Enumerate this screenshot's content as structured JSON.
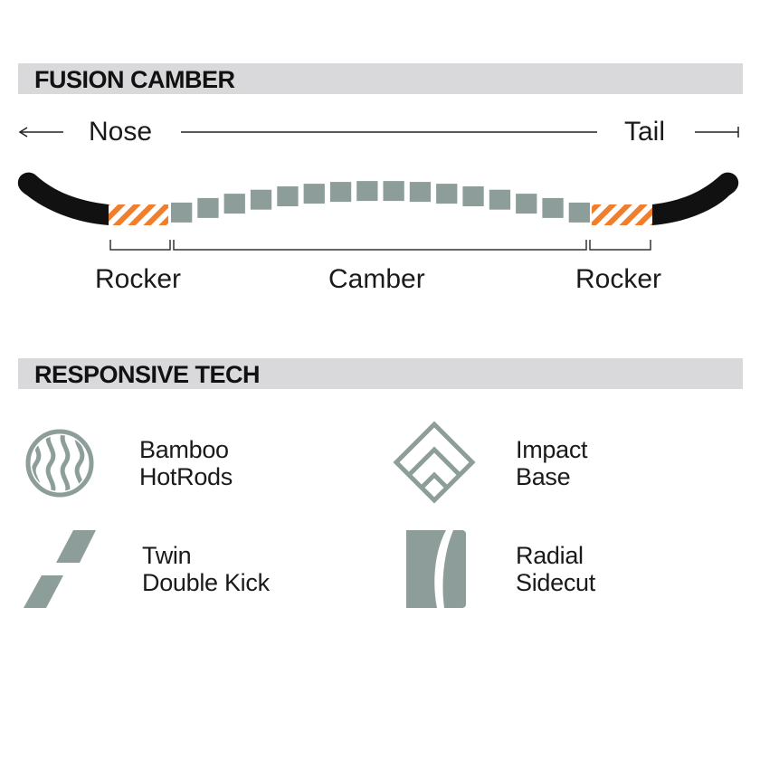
{
  "sections": {
    "camber_title": "FUSION CAMBER",
    "tech_title": "RESPONSIVE TECH"
  },
  "profile": {
    "nose": "Nose",
    "tail": "Tail",
    "zones": {
      "rocker_left": "Rocker",
      "camber": "Camber",
      "rocker_right": "Rocker"
    }
  },
  "features": [
    {
      "line1": "Bamboo",
      "line2": "HotRods",
      "icon": "bamboo-hotrods-icon"
    },
    {
      "line1": "Impact",
      "line2": "Base",
      "icon": "impact-base-icon"
    },
    {
      "line1": "Twin",
      "line2": "Double Kick",
      "icon": "twin-double-kick-icon"
    },
    {
      "line1": "Radial",
      "line2": "Sidecut",
      "icon": "radial-sidecut-icon"
    }
  ],
  "colors": {
    "board_tip": "#111111",
    "rocker_stripe": "#f07f2d",
    "camber_segment": "#8d9e9a",
    "icon": "#8d9e9a",
    "section_bar": "#d9d9db"
  }
}
